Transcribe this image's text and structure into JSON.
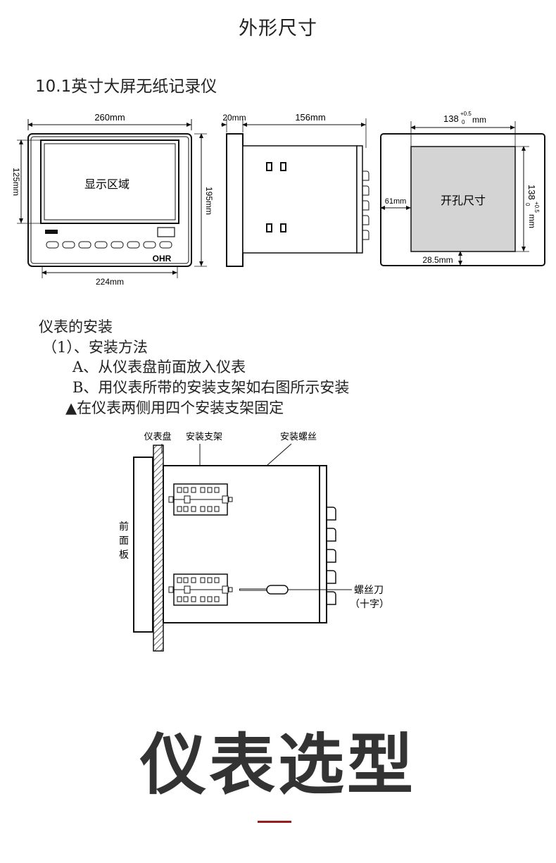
{
  "page_title": "外形尺寸",
  "model_heading": "10.1英寸大屏无纸记录仪",
  "front_view": {
    "width_label": "260mm",
    "height_label": "195mm",
    "display_height_label": "125mm",
    "display_width_label": "224mm",
    "display_area_label": "显示区域",
    "logo": "OHR"
  },
  "side_view": {
    "bezel_label": "20mm",
    "depth_label": "156mm"
  },
  "cutout_view": {
    "width_label": "138",
    "width_sup": "+0.5",
    "width_sub": "0",
    "width_unit": "mm",
    "height_label": "138",
    "height_sup": "+0.5",
    "height_sub": "0",
    "height_unit": "mm",
    "left_margin_label": "61mm",
    "bottom_margin_label": "28.5mm",
    "cutout_label": "开孔尺寸"
  },
  "installation": {
    "heading": "仪表的安装",
    "method": "（1）、安装方法",
    "step_a": "A、从仪表盘前面放入仪表",
    "step_b": "B、用仪表所带的安装支架如右图所示安装",
    "note": "▲在仪表两侧用四个安装支架固定"
  },
  "install_diagram": {
    "panel_label": "仪表盘",
    "bracket_label": "安装支架",
    "screw_label": "安装螺丝",
    "front_panel_label": "前面板",
    "screwdriver_label": "螺丝刀",
    "screwdriver_type": "（十字）"
  },
  "selection_title": "仪表选型"
}
